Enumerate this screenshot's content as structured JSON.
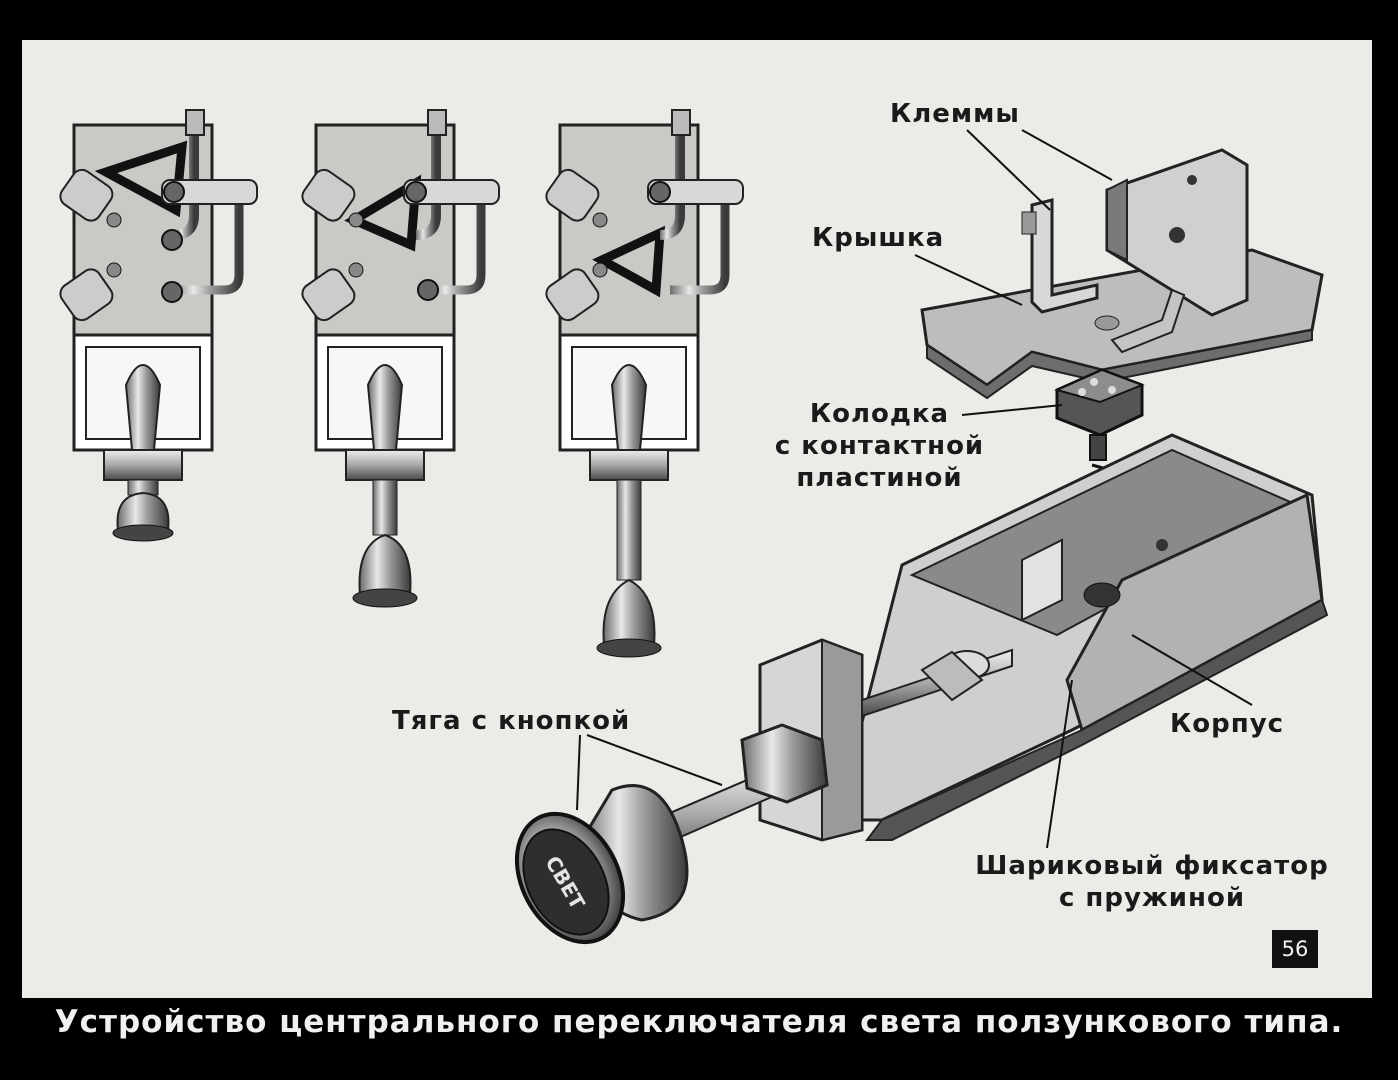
{
  "labels": {
    "klemmy": "Клеммы",
    "kryshka": "Крышка",
    "kolodka": [
      "Колодка",
      "с контактной",
      "пластиной"
    ],
    "tyaga": "Тяга с кнопкой",
    "korpus": "Корпус",
    "fiksator": [
      "Шариковый фиксатор",
      "с пружиной"
    ]
  },
  "knob_text": "СВЕТ",
  "page_number": "56",
  "caption": "Устройство центрального переключателя света ползункового типа."
}
